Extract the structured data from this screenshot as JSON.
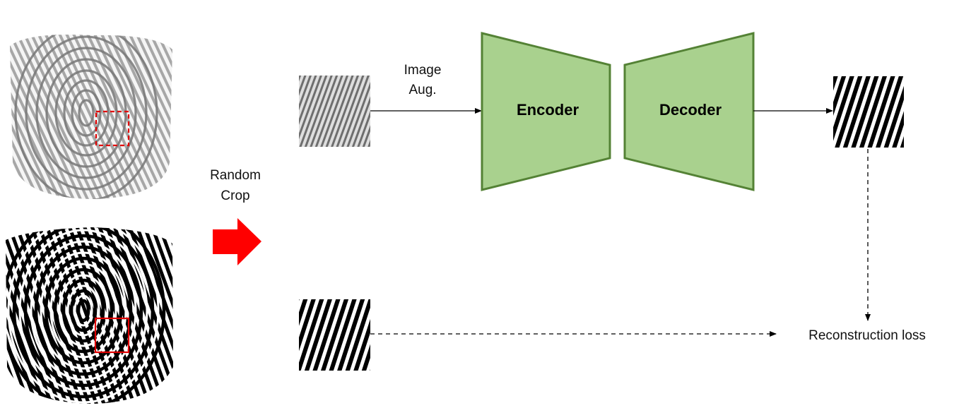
{
  "labels": {
    "random_crop_line1": "Random",
    "random_crop_line2": "Crop",
    "image_aug_line1": "Image",
    "image_aug_line2": "Aug.",
    "encoder": "Encoder",
    "decoder": "Decoder",
    "reconstruction_loss": "Reconstruction loss"
  },
  "colors": {
    "block_fill": "#a9d18e",
    "block_stroke": "#548235",
    "crop_box": "#e00000",
    "big_arrow": "#ff0000",
    "arrow": "#000000"
  },
  "icons": {
    "latent_fingerprint": "grayscale-latent-fingerprint-image",
    "enhanced_fingerprint": "binarized-fingerprint-image",
    "latent_patch": "grayscale-latent-fingerprint-patch",
    "target_patch": "binarized-fingerprint-patch",
    "output_patch": "reconstructed-binarized-patch"
  }
}
